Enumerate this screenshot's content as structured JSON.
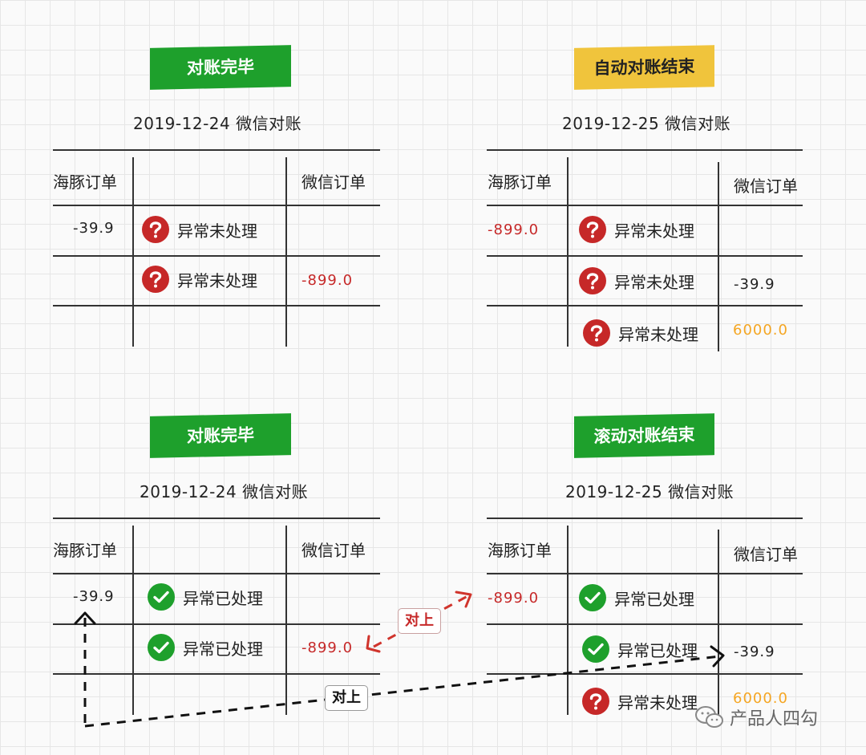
{
  "panels": [
    {
      "badge": "对账完毕",
      "subtitle": "2019-12-24 微信对账",
      "col_left": "海豚订单",
      "col_right": "微信订单",
      "rows": [
        {
          "left": "-39.9",
          "status": "异常未处理",
          "right": ""
        },
        {
          "left": "",
          "status": "异常未处理",
          "right": "-899.0"
        }
      ]
    },
    {
      "badge": "自动对账结束",
      "subtitle": "2019-12-25 微信对账",
      "col_left": "海豚订单",
      "col_right": "微信订单",
      "rows": [
        {
          "left": "-899.0",
          "status": "异常未处理",
          "right": ""
        },
        {
          "left": "",
          "status": "异常未处理",
          "right": "-39.9"
        },
        {
          "left": "",
          "status": "异常未处理",
          "right": "6000.0"
        }
      ]
    },
    {
      "badge": "对账完毕",
      "subtitle": "2019-12-24 微信对账",
      "col_left": "海豚订单",
      "col_right": "微信订单",
      "rows": [
        {
          "left": "-39.9",
          "status": "异常已处理",
          "right": ""
        },
        {
          "left": "",
          "status": "异常已处理",
          "right": "-899.0"
        }
      ]
    },
    {
      "badge": "滚动对账结束",
      "subtitle": "2019-12-25 微信对账",
      "col_left": "海豚订单",
      "col_right": "微信订单",
      "rows": [
        {
          "left": "-899.0",
          "status": "异常已处理",
          "right": ""
        },
        {
          "left": "",
          "status": "异常已处理",
          "right": "-39.9"
        },
        {
          "left": "",
          "status": "异常未处理",
          "right": "6000.0"
        }
      ]
    }
  ],
  "connectors": {
    "red_label": "对上",
    "black_label": "对上"
  },
  "watermark": "产品人四勾",
  "icons": {
    "unhandled": "question-circle-icon",
    "handled": "check-circle-icon",
    "watermark": "wechat-icon"
  },
  "colors": {
    "green_badge": "#1ea02c",
    "yellow_badge": "#f0c43c",
    "red_amount": "#c62828",
    "orange_amount": "#f5a623"
  }
}
